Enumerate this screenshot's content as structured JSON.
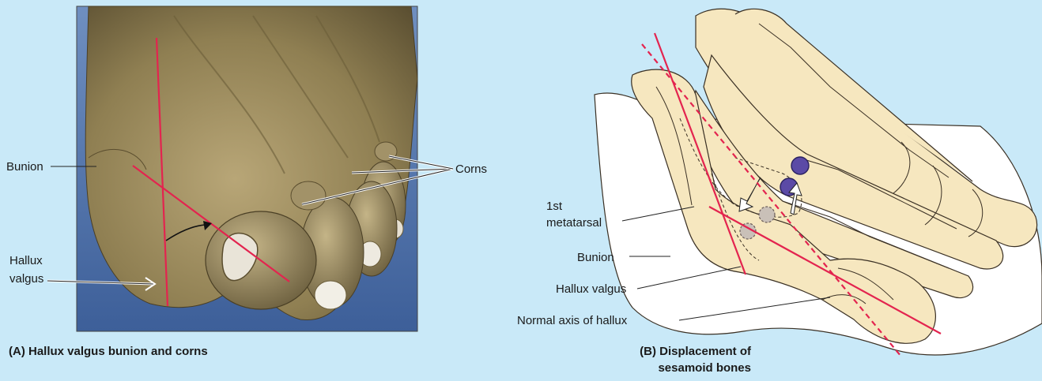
{
  "panel_a": {
    "labels": {
      "bunion": "Bunion",
      "corns": "Corns",
      "hallux_valgus": "Hallux\nvalgus"
    },
    "caption": "(A) Hallux valgus bunion and corns"
  },
  "panel_b": {
    "labels": {
      "first_metatarsal": "1st\nmetatarsal",
      "bunion": "Bunion",
      "hallux_valgus": "Hallux valgus",
      "normal_axis": "Normal axis of hallux"
    },
    "caption": "(B) Displacement of\nsesamoid bones"
  },
  "colors": {
    "background": "#c9e9f8",
    "axis_line": "#e3244f",
    "sesamoid_normal": "#5b4aa6",
    "sesamoid_displaced": "#c9c0b8",
    "bone": "#f6e7bf",
    "skin": "#9a8a5c"
  }
}
